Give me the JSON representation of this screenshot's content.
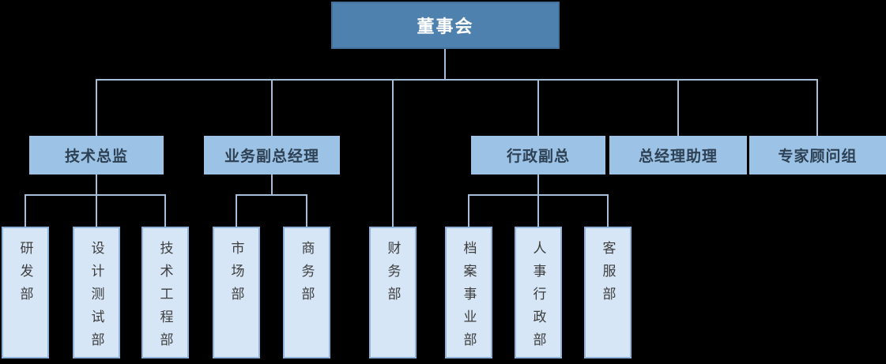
{
  "org_chart": {
    "title": "company-organization-chart",
    "root": {
      "label": "董事会"
    },
    "managers": [
      {
        "label": "技术总监"
      },
      {
        "label": "业务副总经理"
      },
      {
        "label": "行政副总"
      },
      {
        "label": "总经理助理"
      },
      {
        "label": "专家顾问组"
      }
    ],
    "departments": [
      {
        "label": "研发部",
        "parent": "技术总监"
      },
      {
        "label": "设计测试部",
        "parent": "技术总监"
      },
      {
        "label": "技术工程部",
        "parent": "技术总监"
      },
      {
        "label": "市场部",
        "parent": "业务副总经理"
      },
      {
        "label": "商务部",
        "parent": "业务副总经理"
      },
      {
        "label": "财务部",
        "parent": "董事会"
      },
      {
        "label": "档案事业部",
        "parent": "行政副总"
      },
      {
        "label": "人事行政部",
        "parent": "行政副总"
      },
      {
        "label": "客服部",
        "parent": "行政副总"
      }
    ],
    "colors": {
      "background": "#000000",
      "root_fill": "#4E81AD",
      "root_border": "#44719B",
      "root_text": "#FFFFFF",
      "manager_fill": "#9CC3E6",
      "manager_text": "#2E4154",
      "department_fill": "#D6E6F6",
      "department_border": "#8FB3DA",
      "department_text": "#3D3D3D",
      "connector": "#A5BFDB"
    }
  }
}
